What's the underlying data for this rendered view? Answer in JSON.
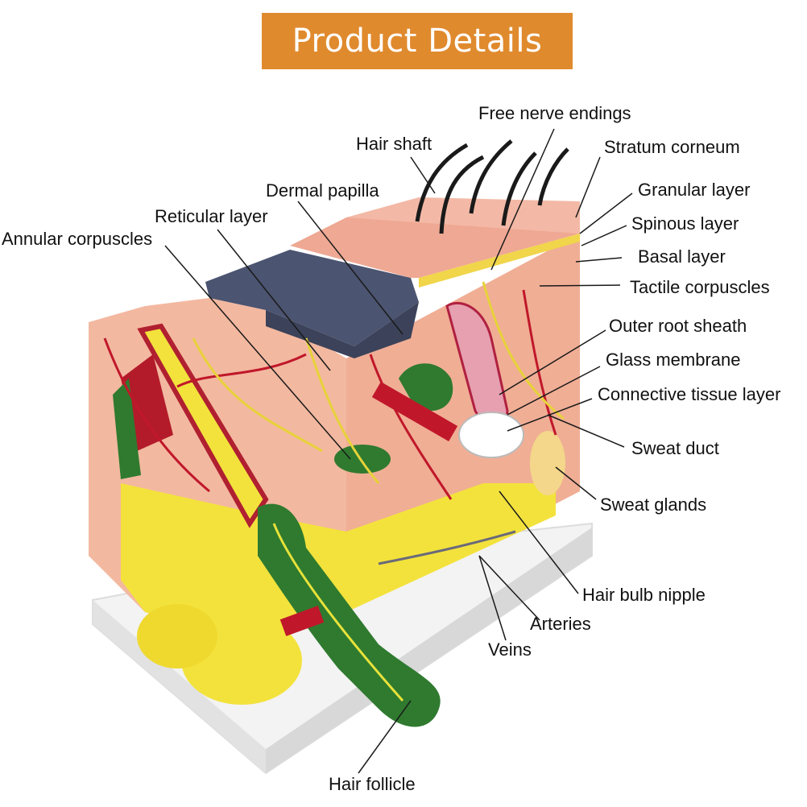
{
  "banner": {
    "title": "Product Details"
  },
  "labels": {
    "free_nerve_endings": "Free nerve endings",
    "hair_shaft": "Hair shaft",
    "stratum_corneum": "Stratum corneum",
    "dermal_papilla": "Dermal papilla",
    "granular_layer": "Granular layer",
    "reticular_layer": "Reticular layer",
    "spinous_layer": "Spinous layer",
    "annular_corpuscles": "Annular corpuscles",
    "basal_layer": "Basal layer",
    "tactile_corpuscles": "Tactile corpuscles",
    "outer_root_sheath": "Outer root sheath",
    "glass_membrane": "Glass membrane",
    "connective_tissue_layer": "Connective tissue layer",
    "sweat_duct": "Sweat duct",
    "sweat_glands": "Sweat glands",
    "hair_bulb_nipple": "Hair bulb nipple",
    "arteries": "Arteries",
    "veins": "Veins",
    "hair_follicle": "Hair follicle"
  },
  "colors": {
    "banner": "#e08a2e",
    "skin": "#f2b59a",
    "epidermis": "#efa993",
    "dermis_dark": "#4a5268",
    "fat": "#f2e23a",
    "follicle": "#2f7a2f",
    "artery": "#c0182a",
    "base": "#f1f1f1"
  }
}
